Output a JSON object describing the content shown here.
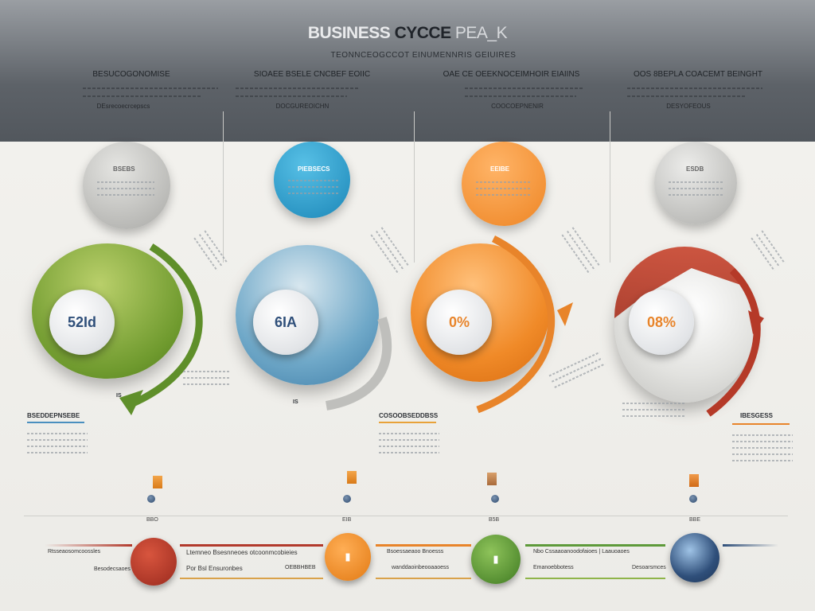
{
  "header": {
    "title_part1": "BUSINESS ",
    "title_part2": "CYCCE",
    "title_part3": " PEA_K",
    "subtitle": "TEONNCEOGCCOT EINUMENNRIS GEIUIRES"
  },
  "columns": [
    {
      "heading": "BESUCOGONOMISE",
      "sub": "DEsrecoecrcepscs",
      "color": "#7a9a3a"
    },
    {
      "heading": "SIOAEE BSELE CNCBEF EOIIC",
      "sub": "DOCGUREOICHN",
      "color": "#3b8fc0"
    },
    {
      "heading": "OAE CE OEEKNOCEIMHOIR EIAIINS",
      "sub": "COOCOEPNENIR",
      "color": "#e8842a"
    },
    {
      "heading": "OOS 8BEPLA COACEMT BEINGHT",
      "sub": "DESYOFEOUS",
      "color": "#c04a32"
    }
  ],
  "bubbles": [
    {
      "label": "BSEBS",
      "color": "#b5b5b2"
    },
    {
      "label": "PIEBSECS",
      "color": "#2d9cc8"
    },
    {
      "label": "EEIBE",
      "color": "#f0922e"
    },
    {
      "label": "ESDB",
      "color": "#bdbdba"
    }
  ],
  "badges": [
    {
      "value": "52Id",
      "color": "#2f4f7a"
    },
    {
      "value": "6IA",
      "color": "#2f4f7a"
    },
    {
      "value": "0%",
      "color": "#e8842a"
    },
    {
      "value": "08%",
      "color": "#e8842a"
    }
  ],
  "phase_labels": {
    "left": "BSEDDEPNSEBE",
    "mid": "COSOOBSEDDBSS",
    "right": "IBESGESS"
  },
  "small_labels": {
    "a": "IS",
    "b": "IS"
  },
  "timeline": {
    "node_labels": [
      "BBO",
      "EIB",
      "B5B",
      "BBE"
    ],
    "nodes": [
      {
        "glyph": "",
        "color": "#b23a2c"
      },
      {
        "glyph": "▮",
        "color": "#ee8a22"
      },
      {
        "glyph": "▮",
        "color": "#5e9a3a"
      },
      {
        "glyph": "",
        "color": "#2f4f7a"
      }
    ],
    "texts": {
      "t1": "Ltemneo Bsesnneoes otcoonmcobieies",
      "t2": "Por Bsl Ensuronbes",
      "t3": "OEBBHBEB",
      "t4": "Bsoessaeaoo Bnoesss",
      "t5": "wanddaoinbeooaaoess",
      "t6": "Nbo Cssaaoanoodofaioes | Laauoaoes",
      "t7": "Emanoebbotess",
      "t8": "Desoarsmces",
      "t9": "Rtsseaosomcoossles",
      "t10": "Besodecsaoes"
    }
  }
}
